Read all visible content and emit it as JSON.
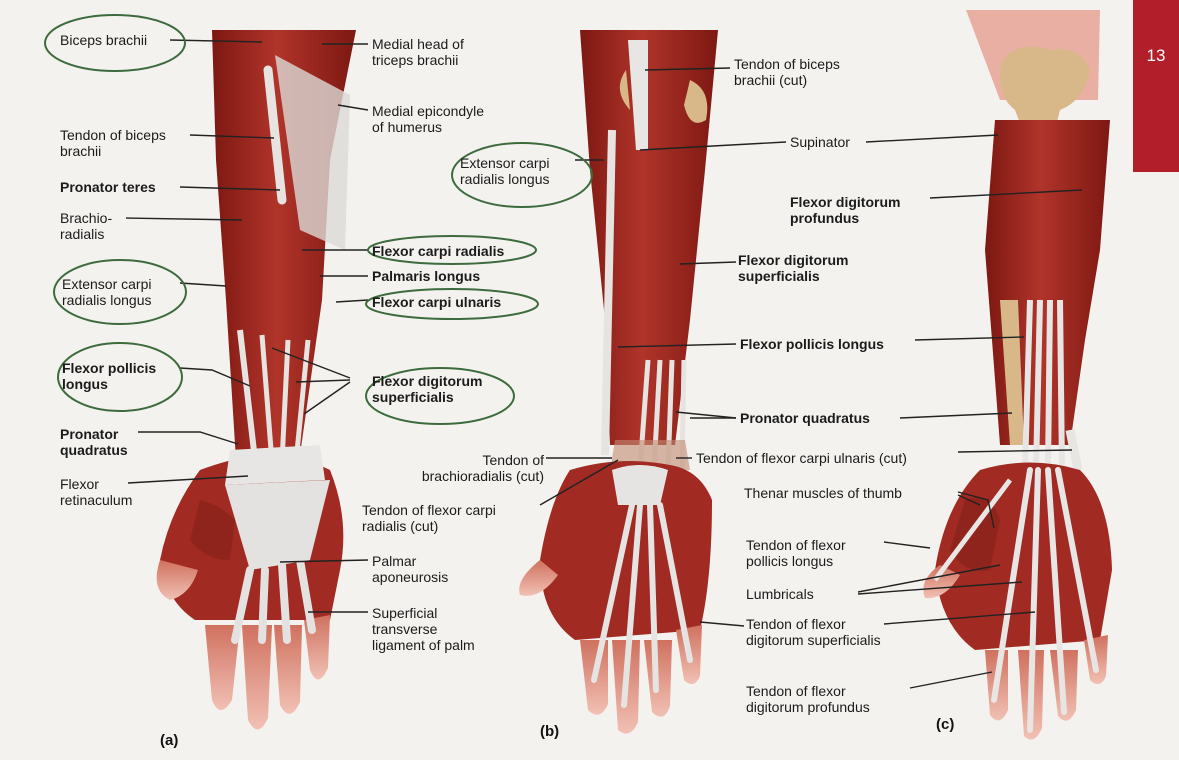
{
  "page": {
    "number": "13"
  },
  "colors": {
    "muscle": "#a52a22",
    "muscle_dark": "#7d1812",
    "tendon": "#e4e2e0",
    "bone": "#d8b888",
    "skin": "#e9a79a",
    "accent_tab": "#b21f2a",
    "circle_green": "#3d6b3d"
  },
  "panels": [
    {
      "letter": "(a)",
      "labels": [
        {
          "id": "a1",
          "text": "Biceps brachii",
          "bold": false,
          "circled": true
        },
        {
          "id": "a2",
          "text": "Medial head of\ntriceps brachii",
          "bold": false,
          "circled": false
        },
        {
          "id": "a3",
          "text": "Medial epicondyle\nof humerus",
          "bold": false,
          "circled": false
        },
        {
          "id": "a4",
          "text": "Tendon of biceps\nbrachii",
          "bold": false,
          "circled": false
        },
        {
          "id": "a5",
          "text": "Pronator teres",
          "bold": true,
          "circled": false
        },
        {
          "id": "a6",
          "text": "Brachio-\nradialis",
          "bold": false,
          "circled": false
        },
        {
          "id": "a7",
          "text": "Flexor carpi radialis",
          "bold": true,
          "circled": true
        },
        {
          "id": "a8",
          "text": "Palmaris longus",
          "bold": true,
          "circled": false
        },
        {
          "id": "a9",
          "text": "Flexor carpi ulnaris",
          "bold": true,
          "circled": true
        },
        {
          "id": "a10",
          "text": "Extensor carpi\nradialis longus",
          "bold": false,
          "circled": true
        },
        {
          "id": "a11",
          "text": "Flexor pollicis\nlongus",
          "bold": true,
          "circled": true
        },
        {
          "id": "a12",
          "text": "Flexor digitorum\nsuperficialis",
          "bold": true,
          "circled": true
        },
        {
          "id": "a13",
          "text": "Pronator\nquadratus",
          "bold": true,
          "circled": false
        },
        {
          "id": "a14",
          "text": "Flexor\nretinaculum",
          "bold": false,
          "circled": false
        },
        {
          "id": "a15",
          "text": "Palmar\naponeurosis",
          "bold": false,
          "circled": false
        },
        {
          "id": "a16",
          "text": "Superficial\ntransverse\nligament of palm",
          "bold": false,
          "circled": false
        }
      ]
    },
    {
      "letter": "(b)",
      "labels": [
        {
          "id": "b1",
          "text": "Tendon of biceps\nbrachii (cut)",
          "bold": false,
          "circled": false
        },
        {
          "id": "b2",
          "text": "Supinator",
          "bold": false,
          "circled": false
        },
        {
          "id": "b3",
          "text": "Extensor carpi\nradialis longus",
          "bold": false,
          "circled": true
        },
        {
          "id": "b4",
          "text": "Flexor digitorum\nsuperficialis",
          "bold": true,
          "circled": false
        },
        {
          "id": "b5",
          "text": "Flexor pollicis longus",
          "bold": true,
          "circled": false
        },
        {
          "id": "b6",
          "text": "Pronator quadratus",
          "bold": true,
          "circled": false
        },
        {
          "id": "b7",
          "text": "Tendon of\nbrachioradialis (cut)",
          "bold": false,
          "circled": false
        },
        {
          "id": "b8",
          "text": "Tendon of flexor carpi ulnaris (cut)",
          "bold": false,
          "circled": false
        },
        {
          "id": "b9",
          "text": "Tendon of flexor carpi\nradialis (cut)",
          "bold": false,
          "circled": false
        }
      ]
    },
    {
      "letter": "(c)",
      "labels": [
        {
          "id": "c1",
          "text": "Flexor digitorum\nprofundus",
          "bold": true,
          "circled": false
        },
        {
          "id": "c2",
          "text": "Thenar muscles of thumb",
          "bold": false,
          "circled": false
        },
        {
          "id": "c3",
          "text": "Tendon of flexor\npollicis longus",
          "bold": false,
          "circled": false
        },
        {
          "id": "c4",
          "text": "Lumbricals",
          "bold": false,
          "circled": false
        },
        {
          "id": "c5",
          "text": "Tendon of flexor\ndigitorum superficialis",
          "bold": false,
          "circled": false
        },
        {
          "id": "c6",
          "text": "Tendon of flexor\ndigitorum profundus",
          "bold": false,
          "circled": false
        }
      ]
    }
  ]
}
